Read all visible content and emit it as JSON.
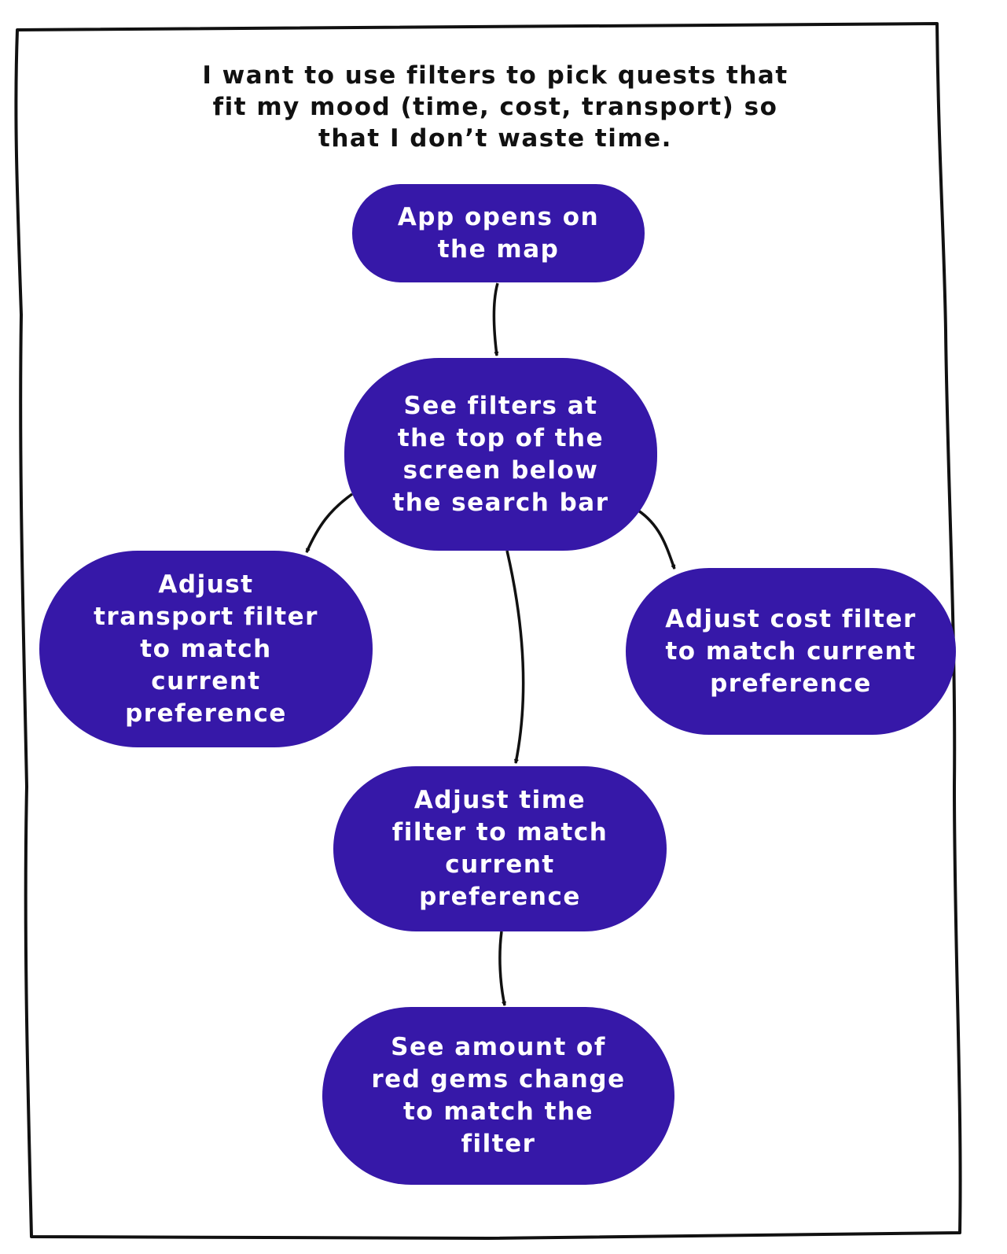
{
  "user_story": "I want to use filters to pick quests that fit my mood (time, cost, transport) so that I don’t waste time.",
  "steps": [
    {
      "id": "open-map",
      "label": "App opens on the map"
    },
    {
      "id": "see-filters",
      "label": "See filters at the top of the screen below the search bar"
    },
    {
      "id": "transport-filter",
      "label": "Adjust transport filter to match current preference"
    },
    {
      "id": "cost-filter",
      "label": "Adjust cost filter to match current preference"
    },
    {
      "id": "time-filter",
      "label": "Adjust time filter to match current preference"
    },
    {
      "id": "gems-change",
      "label": "See amount of red gems change to match the filter"
    }
  ],
  "connections": [
    {
      "from": "open-map",
      "to": "see-filters"
    },
    {
      "from": "see-filters",
      "to": "transport-filter"
    },
    {
      "from": "see-filters",
      "to": "cost-filter"
    },
    {
      "from": "see-filters",
      "to": "time-filter"
    },
    {
      "from": "time-filter",
      "to": "gems-change"
    }
  ],
  "colors": {
    "node_fill": "#3618a8",
    "node_text": "#ffffff",
    "ink": "#111111",
    "background": "#ffffff"
  }
}
